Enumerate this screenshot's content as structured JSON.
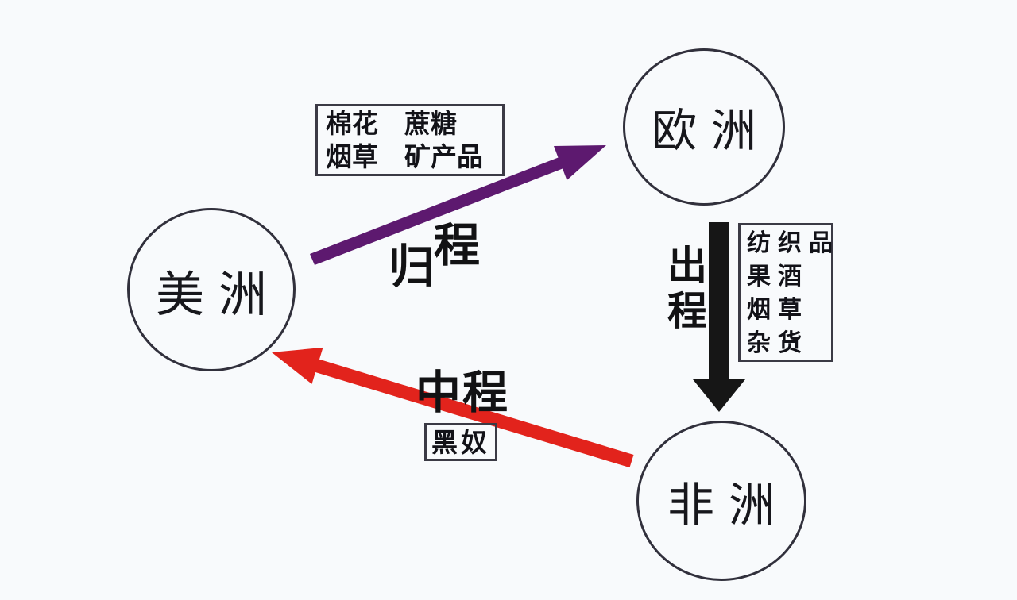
{
  "background_color": "#f8fafc",
  "nodes": {
    "america": {
      "label": "美洲"
    },
    "europe": {
      "label": "欧洲"
    },
    "africa": {
      "label": "非洲"
    }
  },
  "routes": {
    "return_leg": {
      "name": "归程",
      "name_chars": [
        "归",
        "程"
      ],
      "from": "美洲",
      "to": "欧洲",
      "color": "#5d196f",
      "goods_lines": [
        "棉花　蔗糖",
        "烟草　矿产品"
      ]
    },
    "outbound_leg": {
      "name": "出程",
      "name_chars": [
        "出",
        "程"
      ],
      "from": "欧洲",
      "to": "非洲",
      "color": "#161616",
      "goods_lines": [
        "纺织品",
        "果酒",
        "烟草",
        "杂货"
      ]
    },
    "middle_leg": {
      "name": "中程",
      "from": "非洲",
      "to": "美洲",
      "color": "#e2231c",
      "goods_lines": [
        "黑奴"
      ]
    }
  }
}
